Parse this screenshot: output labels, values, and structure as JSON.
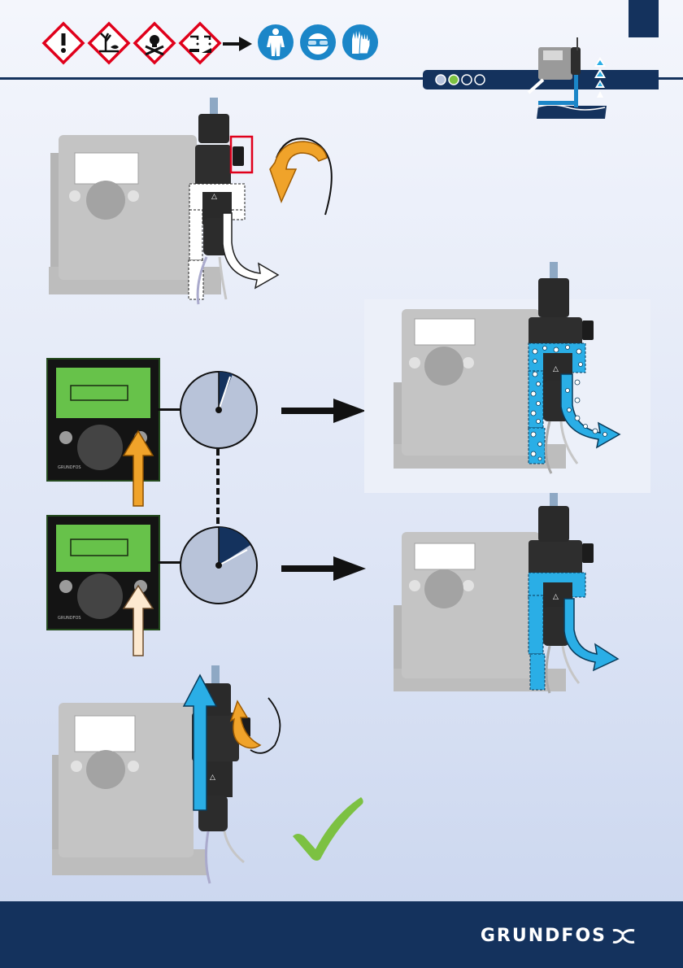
{
  "header": {
    "hazard_icons": [
      "exclamation-hazard-icon",
      "environment-hazard-icon",
      "toxic-hazard-icon",
      "corrosive-hazard-icon"
    ],
    "ppe_icons": [
      "protective-suit-icon",
      "safety-goggles-icon",
      "protective-gloves-icon"
    ],
    "progress": {
      "steps": 4,
      "completed": 2,
      "current": 2
    },
    "colors": {
      "navy": "#14325d",
      "hazard_red": "#e0001b",
      "ppe_blue": "#1b86c8",
      "orange": "#f0a32a",
      "liquid_blue": "#2aaee6",
      "check_green": "#7cc142"
    }
  },
  "footer": {
    "brand": "GRUNDFOS"
  }
}
